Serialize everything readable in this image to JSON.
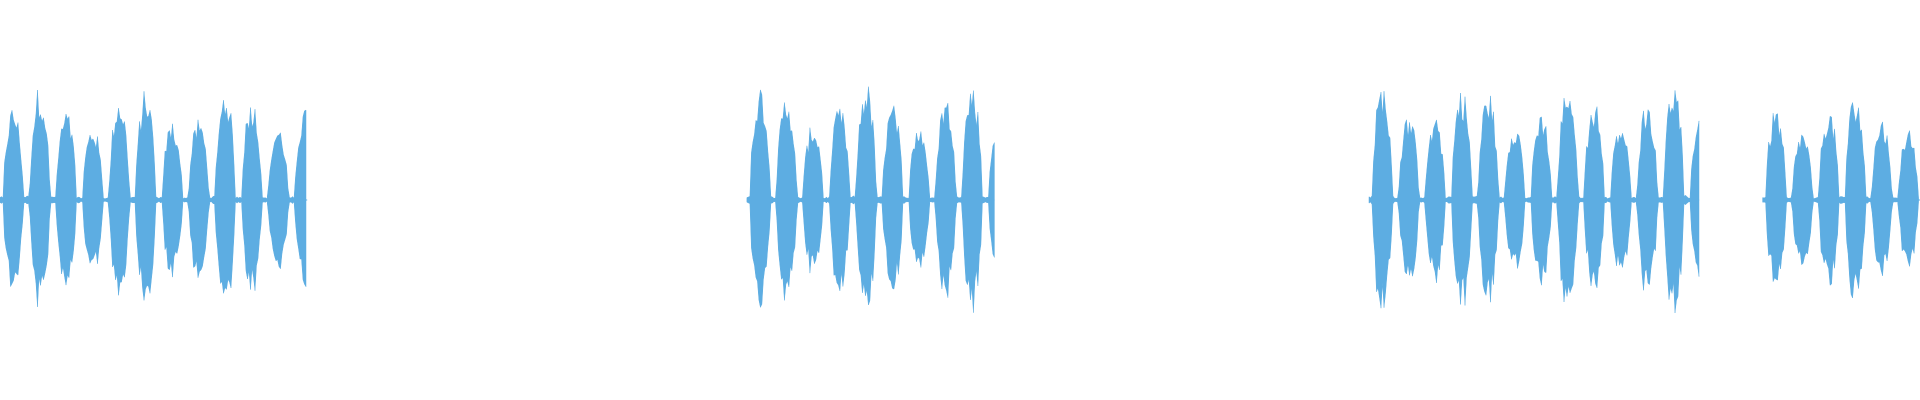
{
  "waveform": {
    "color": "#5dade2",
    "background": "#ffffff",
    "segments": [
      {
        "name": "segment-1",
        "start_fraction": 0.0,
        "end_fraction": 0.16,
        "amplitude": 0.58
      },
      {
        "name": "segment-2",
        "start_fraction": 0.389,
        "end_fraction": 0.518,
        "amplitude": 0.6
      },
      {
        "name": "segment-3",
        "start_fraction": 0.713,
        "end_fraction": 0.885,
        "amplitude": 0.6
      },
      {
        "name": "segment-4",
        "start_fraction": 0.918,
        "end_fraction": 1.0,
        "amplitude": 0.55
      }
    ]
  }
}
